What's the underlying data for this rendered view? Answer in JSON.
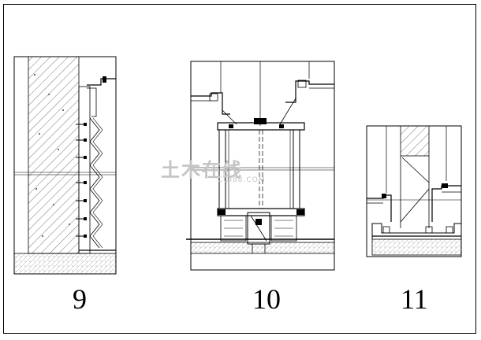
{
  "details": [
    {
      "id": "detail-9",
      "label": "9"
    },
    {
      "id": "detail-10",
      "label": "10"
    },
    {
      "id": "detail-11",
      "label": "11"
    }
  ],
  "watermark": {
    "cn": "土木在线",
    "en": "COI88.COM"
  },
  "colors": {
    "line": "#000000",
    "hatch": "#6a6a6a",
    "watermark": "#c4c4c4"
  }
}
